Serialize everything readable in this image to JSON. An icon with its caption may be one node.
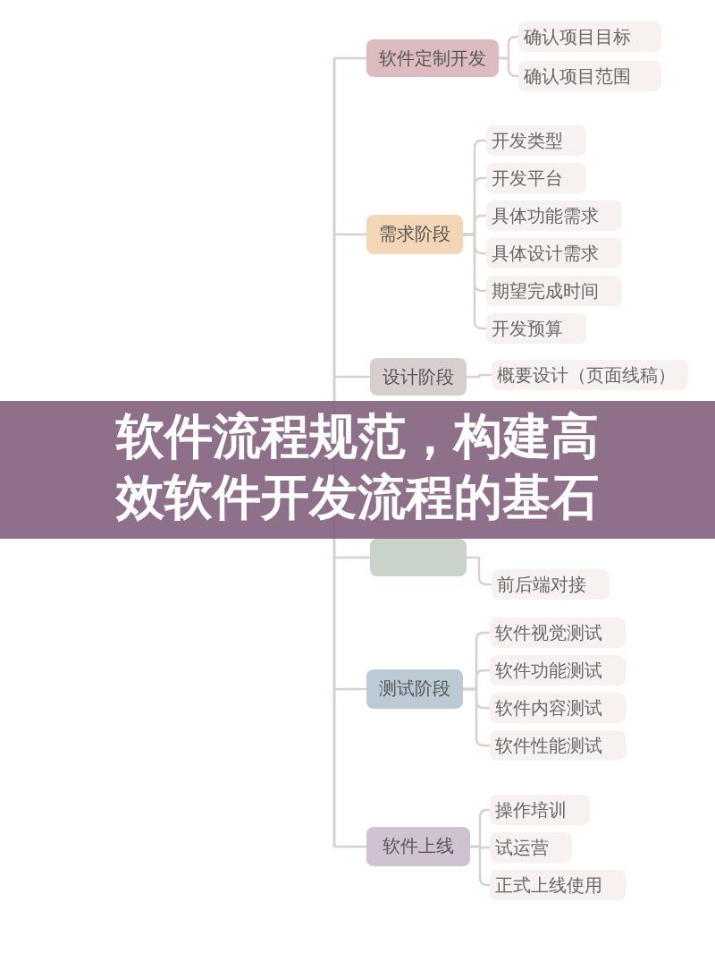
{
  "diagram": {
    "title": "软件流程规范，构建高效软件开发流程的基石",
    "nodes": [
      {
        "text": [
          "软件定制开发"
        ]
      },
      {
        "text": [
          "确认项目目标"
        ]
      },
      {
        "text": [
          "确认项目范围"
        ]
      },
      {
        "text": [
          "需求阶段"
        ]
      },
      {
        "text": [
          "开发类型"
        ]
      },
      {
        "text": [
          "开发平台"
        ]
      },
      {
        "text": [
          "具体功能需求"
        ]
      },
      {
        "text": [
          "具体设计需求"
        ]
      },
      {
        "text": [
          "期望完成时间"
        ]
      },
      {
        "text": [
          "开发预算"
        ]
      },
      {
        "text": [
          "设计阶段"
        ]
      },
      {
        "text": [
          "概要设计（页面线稿）"
        ]
      },
      {
        "text": [],
        "shape": "box"
      },
      {
        "text": [
          "前后端对接"
        ]
      },
      {
        "text": [
          "测试阶段"
        ]
      },
      {
        "text": [
          "软件视觉测试"
        ]
      },
      {
        "text": [
          "软件功能测试"
        ]
      },
      {
        "text": [
          "软件内容测试"
        ]
      },
      {
        "text": [
          "软件性能测试"
        ]
      },
      {
        "text": [
          "软件上线"
        ]
      },
      {
        "text": [
          "操作培训"
        ]
      },
      {
        "text": [
          "试运营"
        ]
      },
      {
        "text": [
          "正式上线使用"
        ]
      }
    ],
    "edges": [
      {
        "from": null,
        "to": 0,
        "arrow": "none"
      },
      {
        "from": 0,
        "to": 1,
        "arrow": "none"
      },
      {
        "from": 0,
        "to": 2,
        "arrow": "none"
      },
      {
        "from": null,
        "to": 3,
        "arrow": "none"
      },
      {
        "from": 3,
        "to": 4,
        "arrow": "none"
      },
      {
        "from": 3,
        "to": 5,
        "arrow": "none"
      },
      {
        "from": 3,
        "to": 6,
        "arrow": "none"
      },
      {
        "from": 3,
        "to": 7,
        "arrow": "none"
      },
      {
        "from": 3,
        "to": 8,
        "arrow": "none"
      },
      {
        "from": 3,
        "to": 9,
        "arrow": "none"
      },
      {
        "from": null,
        "to": 10,
        "arrow": "none"
      },
      {
        "from": 10,
        "to": 11,
        "arrow": "none"
      },
      {
        "from": null,
        "to": 12,
        "arrow": "none"
      },
      {
        "from": 12,
        "to": 13,
        "arrow": "none"
      },
      {
        "from": null,
        "to": 14,
        "arrow": "none"
      },
      {
        "from": 14,
        "to": 15,
        "arrow": "none"
      },
      {
        "from": 14,
        "to": 16,
        "arrow": "none"
      },
      {
        "from": 14,
        "to": 17,
        "arrow": "none"
      },
      {
        "from": 14,
        "to": 18,
        "arrow": "none"
      },
      {
        "from": null,
        "to": 19,
        "arrow": "none"
      },
      {
        "from": 19,
        "to": 20,
        "arrow": "none"
      },
      {
        "from": 19,
        "to": 21,
        "arrow": "none"
      },
      {
        "from": 19,
        "to": 22,
        "arrow": "none"
      }
    ]
  }
}
